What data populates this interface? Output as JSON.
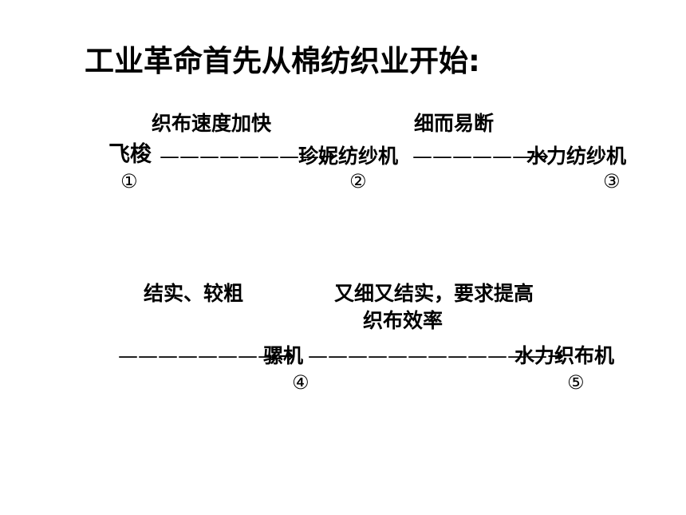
{
  "title": "工业革命首先从棉纺织业开始:",
  "row1": {
    "label_a": "织布速度加快",
    "label_b": "细而易断",
    "item1": "飞梭",
    "arrow_a": "————————→",
    "item2": "珍妮纺纱机",
    "arrow_b": "——————→",
    "item3": "水力纺纱机",
    "num1": "①",
    "num2": "②",
    "num3": "③"
  },
  "row2": {
    "label_c": "结实、较粗",
    "label_d_line1": "又细又结实，要求提高",
    "label_d_line2": "织布效率",
    "arrow_c": "————————→",
    "item4": "骡机",
    "arrow_d": "————————————→",
    "item5": "水力织布机",
    "num4": "④",
    "num5": "⑤"
  }
}
